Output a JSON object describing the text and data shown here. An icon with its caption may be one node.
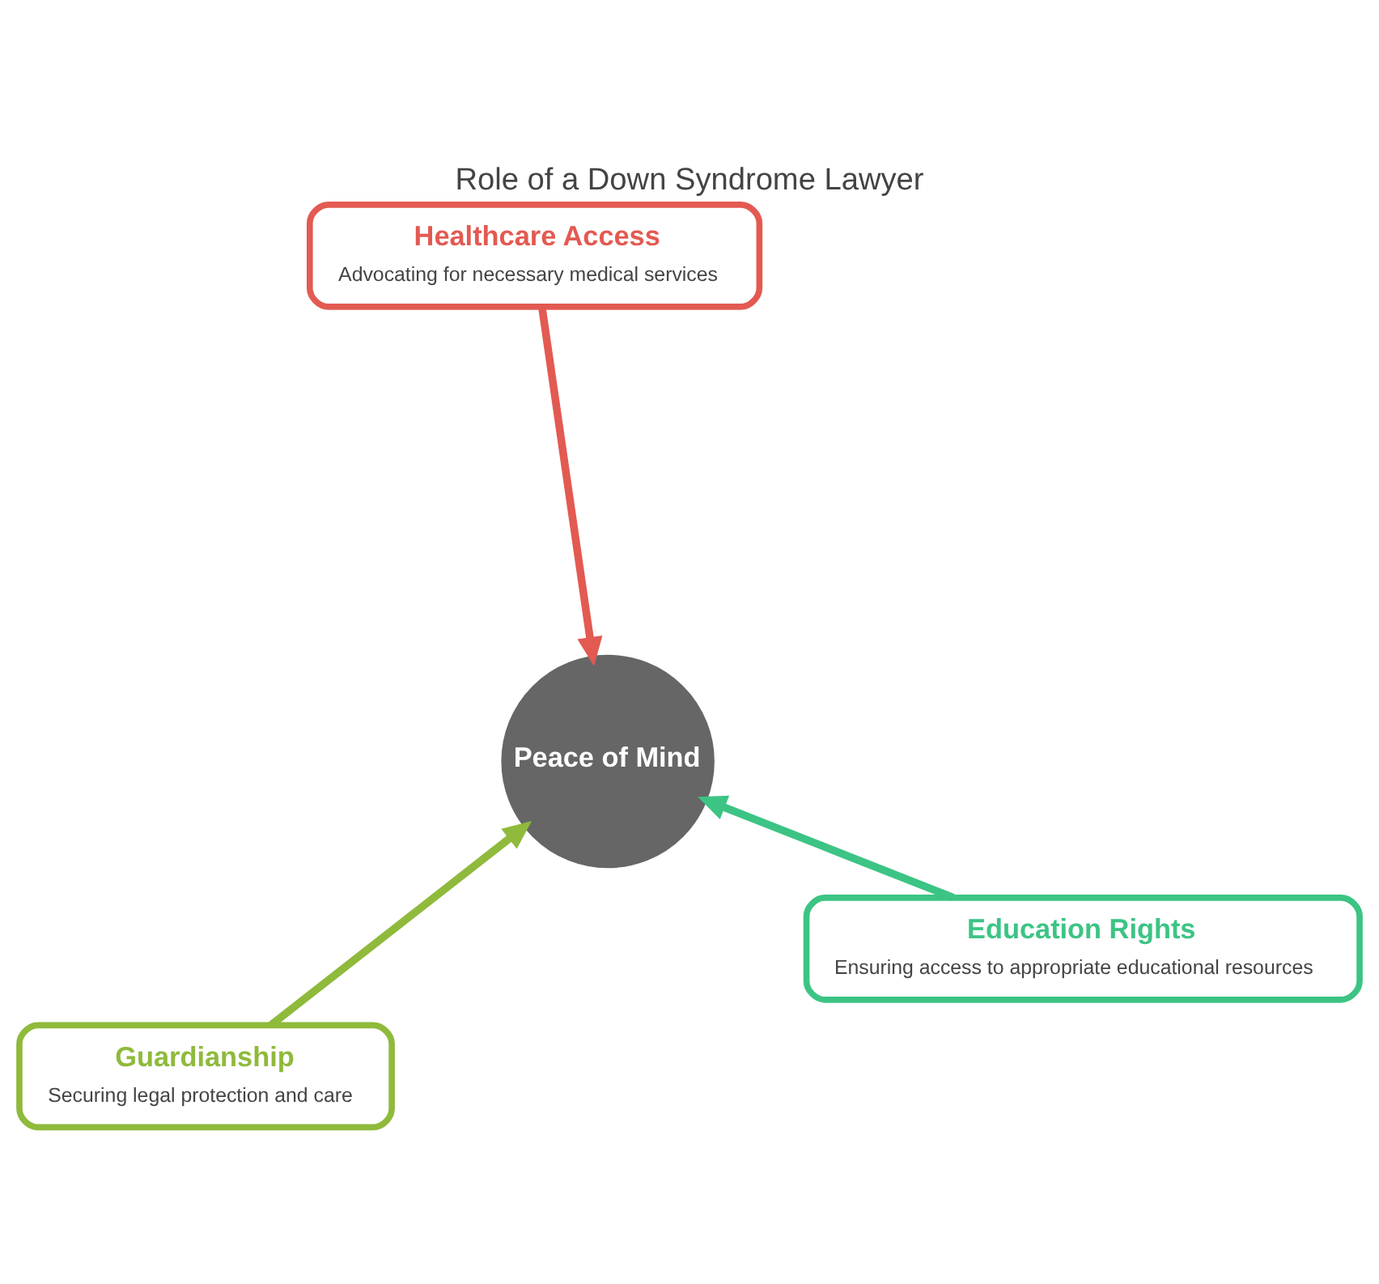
{
  "diagram": {
    "title": "Role of a Down Syndrome Lawyer",
    "nodes": [
      {
        "text": [
          "Guardianship",
          "Securing legal protection and care"
        ]
      },
      {
        "text": [
          "Education Rights",
          "Ensuring access to appropriate educational resources"
        ]
      },
      {
        "text": [
          "Peace of Mind"
        ]
      },
      {
        "text": [
          "Healthcare Access",
          "Advocating for necessary medical services"
        ]
      }
    ],
    "edges": [
      {
        "from": 0,
        "to": 2,
        "arrow": "to",
        "color": "#8fba3b"
      },
      {
        "from": 1,
        "to": 2,
        "arrow": "to",
        "color": "#3cc484"
      },
      {
        "from": 3,
        "to": 2,
        "arrow": "to",
        "color": "#e35a52"
      }
    ]
  }
}
